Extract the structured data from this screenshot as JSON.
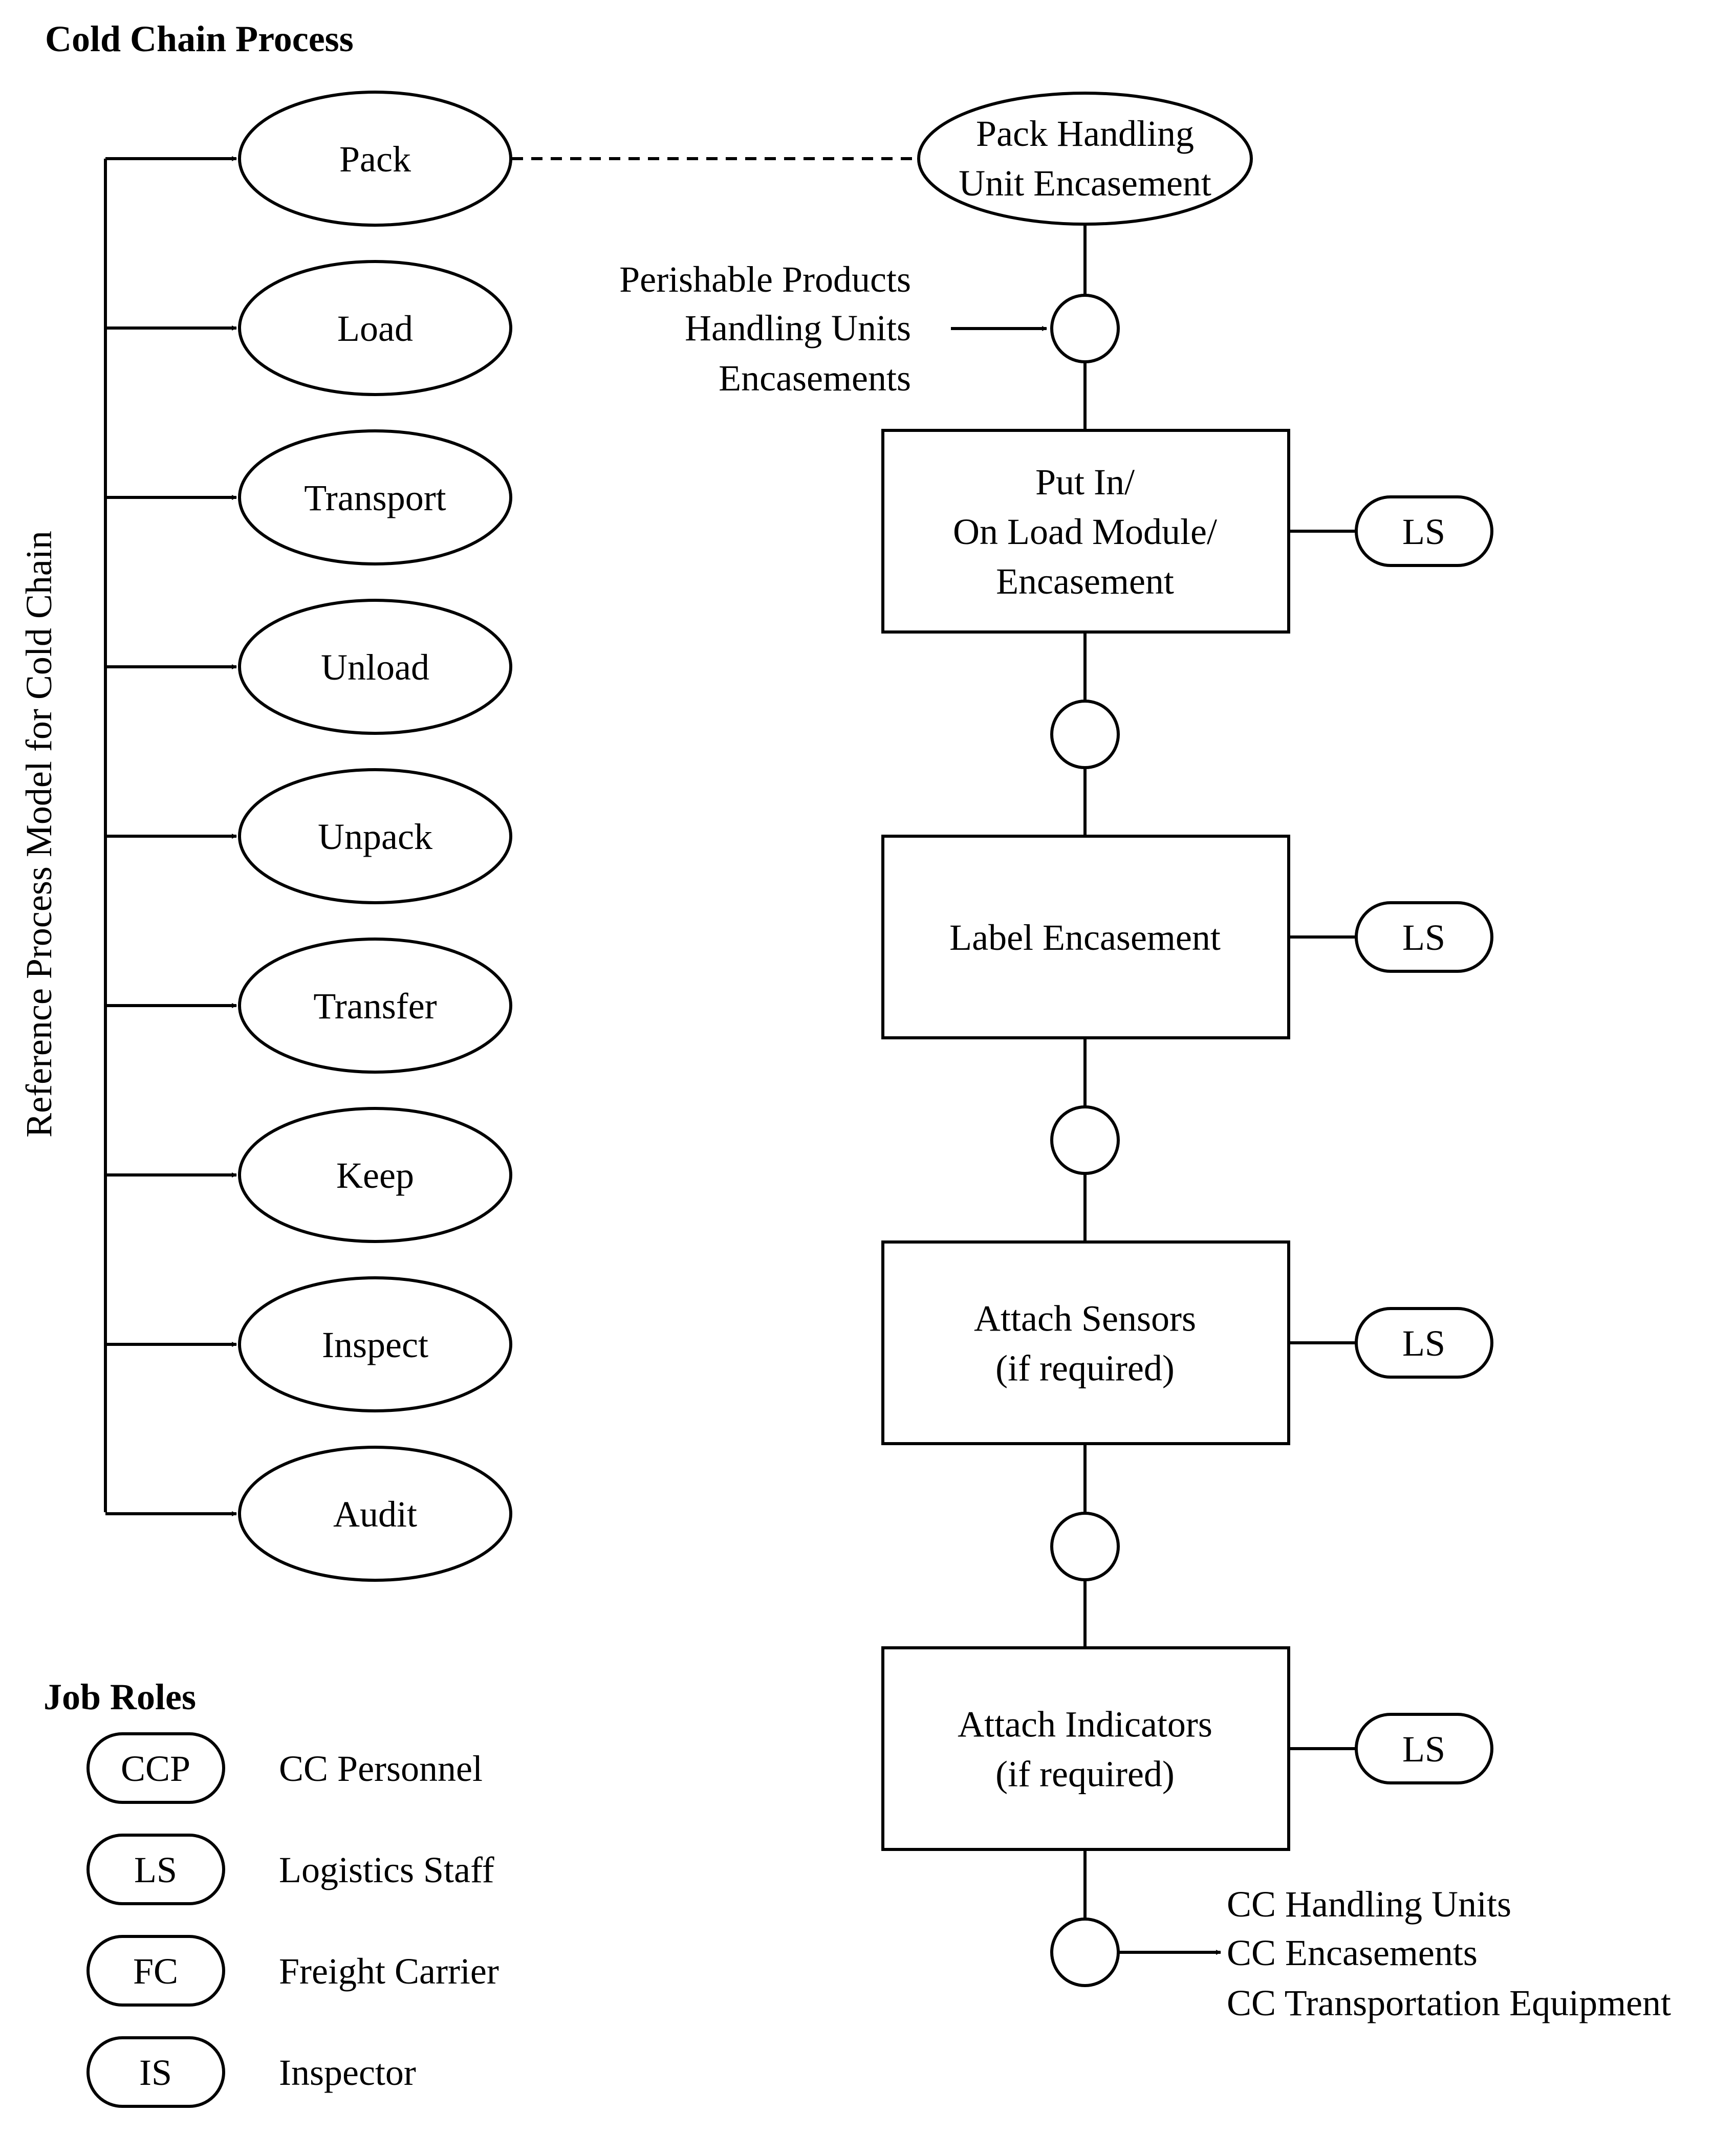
{
  "title": "Cold Chain Process",
  "sidebar_label": "Reference Process Model for Cold Chain",
  "processes": [
    "Pack",
    "Load",
    "Transport",
    "Unload",
    "Unpack",
    "Transfer",
    "Keep",
    "Inspect",
    "Audit"
  ],
  "detail": {
    "title": [
      "Pack Handling",
      "Unit Encasement"
    ],
    "inputs": [
      "Perishable Products",
      "Handling Units",
      "Encasements"
    ],
    "steps": [
      {
        "lines": [
          "Put In/",
          "On Load Module/",
          "Encasement"
        ],
        "role": "LS"
      },
      {
        "lines": [
          "Label Encasement"
        ],
        "role": "LS"
      },
      {
        "lines": [
          "Attach Sensors",
          "(if required)"
        ],
        "role": "LS"
      },
      {
        "lines": [
          "Attach Indicators",
          "(if required)"
        ],
        "role": "LS"
      }
    ],
    "outputs": [
      "CC Handling Units",
      "CC Encasements",
      "CC Transportation Equipment"
    ]
  },
  "job_roles": {
    "title": "Job Roles",
    "items": [
      {
        "code": "CCP",
        "label": "CC Personnel"
      },
      {
        "code": "LS",
        "label": "Logistics Staff"
      },
      {
        "code": "FC",
        "label": "Freight Carrier"
      },
      {
        "code": "IS",
        "label": "Inspector"
      }
    ]
  },
  "colors": {
    "line": "#000000",
    "background": "#ffffff"
  }
}
